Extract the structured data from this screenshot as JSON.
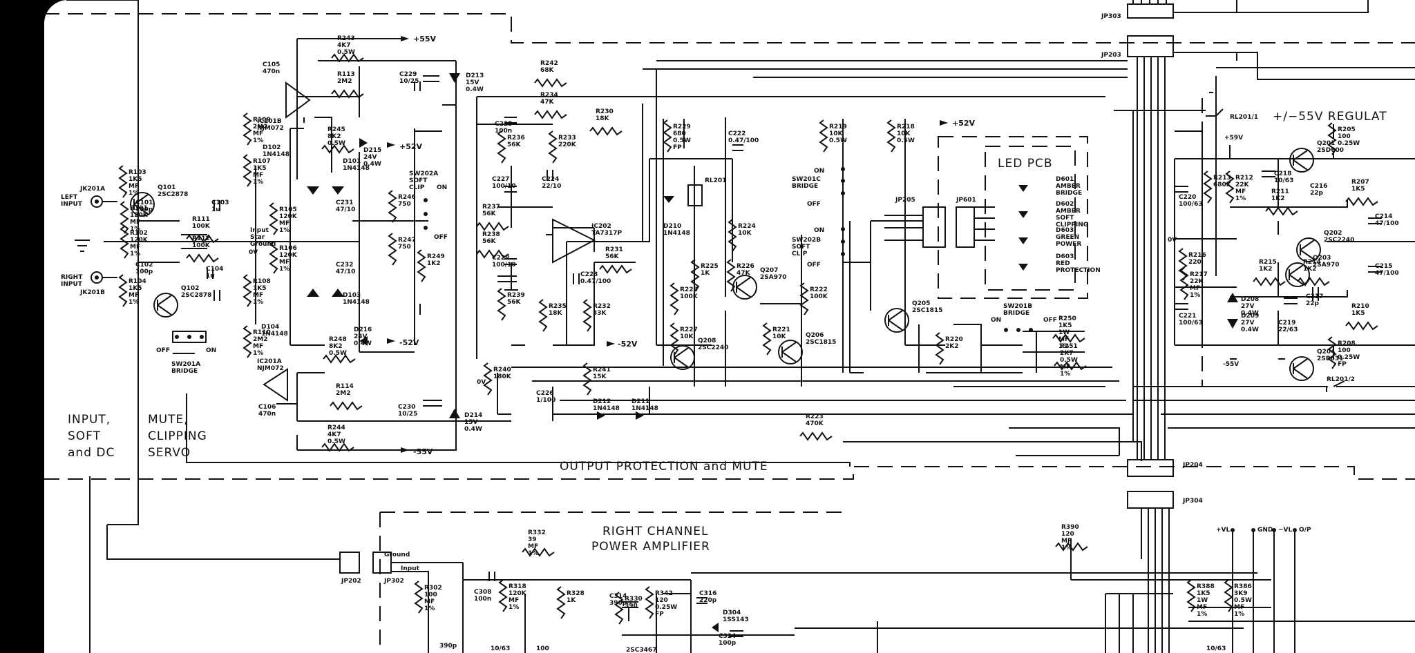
{
  "sections": {
    "input": [
      "INPUT,",
      "SOFT",
      "and DC"
    ],
    "mute": [
      "MUTE,",
      "CLIPPING",
      "SERVO"
    ],
    "output_protection": "OUTPUT PROTECTION and MUTE",
    "regulator": "+/−55V REGULAT",
    "led_pcb": "LED PCB",
    "right_channel": [
      "RIGHT CHANNEL",
      "POWER AMPLIFIER"
    ]
  },
  "rails": {
    "p55": "+55V",
    "m55": "-55V",
    "p52": "+52V",
    "m52": "-52V"
  },
  "connectors": {
    "jp303": "JP303",
    "jp203": "JP203",
    "jp204": "JP204",
    "jp304": "JP304",
    "jp205": "JP205",
    "jp601": "JP601",
    "jp202": "JP202",
    "jp302": "JP302",
    "jk201a": "JK201A",
    "jk201b": "JK201B"
  },
  "inputs": {
    "left": [
      "LEFT",
      "INPUT"
    ],
    "right": [
      "RIGHT",
      "INPUT"
    ]
  },
  "relays": {
    "rl201_1": "RL201/1",
    "rl201_2": "RL201/2",
    "rl201": "RL201"
  },
  "ics": [
    {
      "ref": "IC201B",
      "part": "NJM072"
    },
    {
      "ref": "IC201A",
      "part": "NJM072"
    },
    {
      "ref": "IC202",
      "part": "TA7317P"
    }
  ],
  "transistors": [
    {
      "ref": "Q101",
      "part": "2SC2878"
    },
    {
      "ref": "Q102",
      "part": "2SC2878"
    },
    {
      "ref": "Q207",
      "part": "2SA970"
    },
    {
      "ref": "Q208",
      "part": "2SC2240"
    },
    {
      "ref": "Q206",
      "part": "2SC1815"
    },
    {
      "ref": "Q205",
      "part": "2SC1815"
    },
    {
      "ref": "Q201",
      "part": "2SD600"
    },
    {
      "ref": "Q202",
      "part": "2SC2240"
    },
    {
      "ref": "Q203",
      "part": "2SA970"
    },
    {
      "ref": "Q204",
      "part": "2SB631"
    }
  ],
  "resistors": [
    {
      "ref": "R243",
      "val": "4K7 0.5W"
    },
    {
      "ref": "R113",
      "val": "2M2"
    },
    {
      "ref": "R109",
      "val": "2M2 MF 1%"
    },
    {
      "ref": "R245",
      "val": "8K2 0.5W"
    },
    {
      "ref": "R107",
      "val": "1K5 MF 1%"
    },
    {
      "ref": "R103",
      "val": "1K5 MF 1%"
    },
    {
      "ref": "R101",
      "val": "120K MF 1%"
    },
    {
      "ref": "R111",
      "val": "100K"
    },
    {
      "ref": "R102",
      "val": "120K MF 1%"
    },
    {
      "ref": "R112",
      "val": "100K"
    },
    {
      "ref": "R104",
      "val": "1K5 MF 1%"
    },
    {
      "ref": "R105",
      "val": "120K MF 1%"
    },
    {
      "ref": "R106",
      "val": "120K MF 1%"
    },
    {
      "ref": "R108",
      "val": "1K5 MF 1%"
    },
    {
      "ref": "R110",
      "val": "2M2 MF 1%"
    },
    {
      "ref": "R246",
      "val": "750"
    },
    {
      "ref": "R247",
      "val": "750"
    },
    {
      "ref": "R249",
      "val": "1K2"
    },
    {
      "ref": "R248",
      "val": "8K2 0.5W"
    },
    {
      "ref": "R114",
      "val": "2M2"
    },
    {
      "ref": "R244",
      "val": "4K7 0.5W"
    },
    {
      "ref": "R242",
      "val": "68K"
    },
    {
      "ref": "R234",
      "val": "47K"
    },
    {
      "ref": "R230",
      "val": "18K"
    },
    {
      "ref": "R236",
      "val": "56K"
    },
    {
      "ref": "R233",
      "val": "220K"
    },
    {
      "ref": "R237",
      "val": "56K"
    },
    {
      "ref": "R238",
      "val": "56K"
    },
    {
      "ref": "R231",
      "val": "56K"
    },
    {
      "ref": "R239",
      "val": "56K"
    },
    {
      "ref": "R235",
      "val": "18K"
    },
    {
      "ref": "R232",
      "val": "33K"
    },
    {
      "ref": "R240",
      "val": "180K"
    },
    {
      "ref": "R241",
      "val": "15K"
    },
    {
      "ref": "R229",
      "val": "680 0.5W FP"
    },
    {
      "ref": "R224",
      "val": "10K"
    },
    {
      "ref": "R225",
      "val": "1K"
    },
    {
      "ref": "R226",
      "val": "47K"
    },
    {
      "ref": "R228",
      "val": "100K"
    },
    {
      "ref": "R227",
      "val": "10K"
    },
    {
      "ref": "R222",
      "val": "100K"
    },
    {
      "ref": "R221",
      "val": "10K"
    },
    {
      "ref": "R219",
      "val": "10K 0.5W"
    },
    {
      "ref": "R218",
      "val": "10K 0.5W"
    },
    {
      "ref": "R220",
      "val": "2K2"
    },
    {
      "ref": "R223",
      "val": "470K"
    },
    {
      "ref": "R250",
      "val": "1K5 1W MF 1%"
    },
    {
      "ref": "R251",
      "val": "2K7 0.5W MF 1%"
    },
    {
      "ref": "R213",
      "val": "680K"
    },
    {
      "ref": "R212",
      "val": "22K MF 1%"
    },
    {
      "ref": "R211",
      "val": "1K2"
    },
    {
      "ref": "R207",
      "val": "1K5"
    },
    {
      "ref": "R205",
      "val": "100 0.25W"
    },
    {
      "ref": "R216",
      "val": "220"
    },
    {
      "ref": "R217",
      "val": "22K MF 1%"
    },
    {
      "ref": "R215",
      "val": "1K2"
    },
    {
      "ref": "R214",
      "val": "1K2"
    },
    {
      "ref": "R210",
      "val": "1K5"
    },
    {
      "ref": "R208",
      "val": "100 0.25W FP"
    },
    {
      "ref": "R390",
      "val": "120 MF 1%"
    },
    {
      "ref": "R332",
      "val": "39 MF 1%"
    },
    {
      "ref": "R302",
      "val": "100 MF 1%"
    },
    {
      "ref": "R318",
      "val": "120K MF 1%"
    },
    {
      "ref": "R328",
      "val": "1K"
    },
    {
      "ref": "R330",
      "val": "390"
    },
    {
      "ref": "R342",
      "val": "120 0.25W FP"
    },
    {
      "ref": "R388",
      "val": "1K5 1W MF 1%"
    },
    {
      "ref": "R386",
      "val": "3K9 0.5W MF 1%"
    }
  ],
  "capacitors": [
    {
      "ref": "C105",
      "val": "470n"
    },
    {
      "ref": "C229",
      "val": "10/25"
    },
    {
      "ref": "C101",
      "val": "100p"
    },
    {
      "ref": "C103",
      "val": "1u"
    },
    {
      "ref": "C102",
      "val": "100p"
    },
    {
      "ref": "C104",
      "val": "1u"
    },
    {
      "ref": "C231",
      "val": "47/10"
    },
    {
      "ref": "C232",
      "val": "47/10"
    },
    {
      "ref": "C106",
      "val": "470n"
    },
    {
      "ref": "C230",
      "val": "10/25"
    },
    {
      "ref": "C225",
      "val": "100n"
    },
    {
      "ref": "C227",
      "val": "100/10"
    },
    {
      "ref": "C224",
      "val": "22/10"
    },
    {
      "ref": "C228",
      "val": "100/10"
    },
    {
      "ref": "C223",
      "val": "0.47/100"
    },
    {
      "ref": "C226",
      "val": "1/100"
    },
    {
      "ref": "C222",
      "val": "0.47/100"
    },
    {
      "ref": "C218",
      "val": "10/63"
    },
    {
      "ref": "C220",
      "val": "100/63"
    },
    {
      "ref": "C216",
      "val": "22p"
    },
    {
      "ref": "C214",
      "val": "47/100"
    },
    {
      "ref": "C221",
      "val": "100/63"
    },
    {
      "ref": "C217",
      "val": "22p"
    },
    {
      "ref": "C219",
      "val": "22/63"
    },
    {
      "ref": "C215",
      "val": "47/100"
    },
    {
      "ref": "C308",
      "val": "100n"
    },
    {
      "ref": "C314",
      "val": "390p"
    },
    {
      "ref": "C316",
      "val": "220p"
    },
    {
      "ref": "C324",
      "val": "100p"
    }
  ],
  "diodes": [
    {
      "ref": "D213",
      "val": "15V 0.4W"
    },
    {
      "ref": "D215",
      "val": "24V 0.4W"
    },
    {
      "ref": "D102",
      "val": "1N4148"
    },
    {
      "ref": "D101",
      "val": "1N4148"
    },
    {
      "ref": "D103",
      "val": "1N4148"
    },
    {
      "ref": "D104",
      "val": "1N4148"
    },
    {
      "ref": "D216",
      "val": "24V 0.4W"
    },
    {
      "ref": "D214",
      "val": "15V 0.4W"
    },
    {
      "ref": "D212",
      "val": "1N4148"
    },
    {
      "ref": "D211",
      "val": "1N4148"
    },
    {
      "ref": "D210",
      "val": "1N4148"
    },
    {
      "ref": "D208",
      "val": "27V 0.4W"
    },
    {
      "ref": "D209",
      "val": "27V 0.4W"
    },
    {
      "ref": "D304",
      "val": "1SS143"
    }
  ],
  "leds": [
    {
      "ref": "D601",
      "val": "AMBER BRIDGE"
    },
    {
      "ref": "D602",
      "val": "AMBER SOFT CLIPPING"
    },
    {
      "ref": "D603",
      "val": "GREEN POWER"
    },
    {
      "ref": "D603",
      "val": "RED PROTECTION"
    }
  ],
  "switches": [
    {
      "ref": "SW202A",
      "val": "SOFT CLIP"
    },
    {
      "ref": "SW201C",
      "val": "BRIDGE"
    },
    {
      "ref": "SW202B",
      "val": "SOFT CLIP"
    },
    {
      "ref": "SW201B",
      "val": "BRIDGE"
    },
    {
      "ref": "SW201A",
      "val": "BRIDGE"
    }
  ],
  "misc": {
    "input_star_ground": [
      "Input",
      "Star",
      "Ground"
    ],
    "ov": "0V",
    "on": "ON",
    "off": "OFF",
    "ground": "Ground",
    "input": "Input",
    "p59": "+59V",
    "m55": "-55V",
    "bottom_terminals": [
      "+VL",
      "GND",
      "−VL",
      "O/P"
    ],
    "c306": "10/63",
    "r100": "100",
    "c_bl": "390p",
    "q_partial": "2SC3467",
    "c_br": "10/63"
  }
}
